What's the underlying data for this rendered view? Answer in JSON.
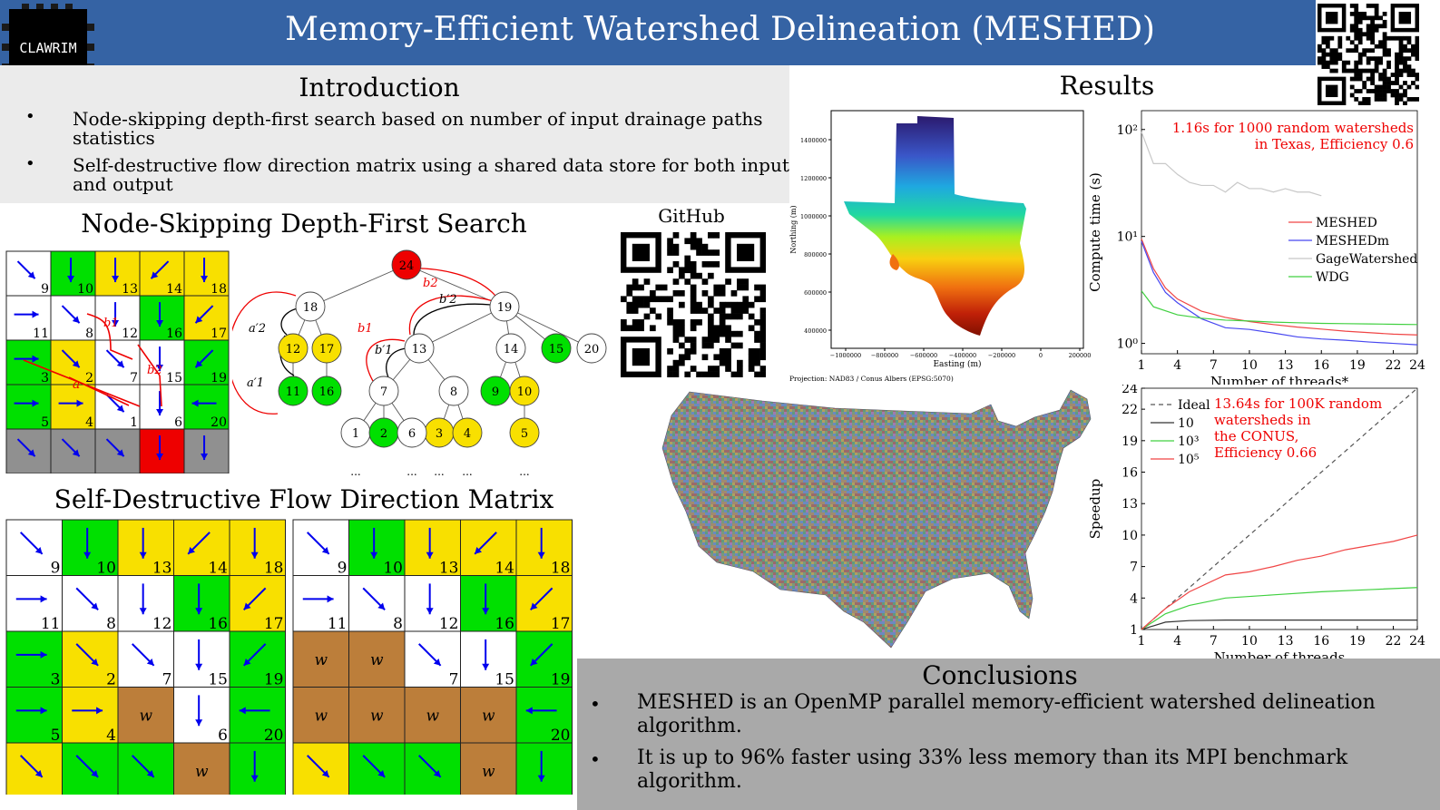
{
  "header": {
    "title": "Memory-Efficient Watershed Delineation (MESHED)",
    "logo_text": "CLAWRIM",
    "color": "#3563a4"
  },
  "intro": {
    "title": "Introduction",
    "bullets": [
      "Node-skipping depth-first search based on number of input drainage paths statistics",
      "Self-destructive flow direction matrix using a shared data store for both input and output"
    ]
  },
  "nsdfs": {
    "title": "Node-Skipping Depth-First Search",
    "grid_numbers": [
      "9",
      "10",
      "13",
      "14",
      "18",
      "11",
      "8",
      "12",
      "16",
      "17",
      "3",
      "2",
      "7",
      "15",
      "19",
      "5",
      "4",
      "1",
      "6",
      "20"
    ],
    "edge_labels": {
      "a": "a",
      "b1": "b1",
      "b2": "b2"
    },
    "tree_nodes": [
      "24",
      "18",
      "19",
      "12",
      "17",
      "13",
      "14",
      "15",
      "20",
      "11",
      "16",
      "7",
      "8",
      "9",
      "10",
      "1",
      "2",
      "6",
      "3",
      "4",
      "5"
    ],
    "tree_labels": {
      "a2p": "a′2",
      "a1p": "a′1",
      "b1": "b1",
      "b2": "b2",
      "b1p": "b′1",
      "b2p": "b′2",
      "dots": "..."
    }
  },
  "sdfdm": {
    "title": "Self-Destructive Flow Direction Matrix",
    "grid_numbers": [
      "9",
      "10",
      "13",
      "14",
      "18",
      "11",
      "8",
      "12",
      "16",
      "17",
      "3",
      "2",
      "7",
      "15",
      "19",
      "5",
      "4",
      "",
      "6",
      "20"
    ],
    "w_label": "w"
  },
  "github": {
    "label": "GitHub"
  },
  "results": {
    "title": "Results",
    "map": {
      "ylabel": "Northing (m)",
      "xlabel": "Easting (m)",
      "yticks": [
        "1400000",
        "1200000",
        "1000000",
        "800000",
        "600000",
        "400000"
      ],
      "xticks": [
        "−1000000",
        "−800000",
        "−600000",
        "−400000",
        "−200000",
        "0",
        "200000"
      ],
      "projection": "Projection: NAD83 / Conus Albers (EPSG:5070)"
    }
  },
  "chart_data": [
    {
      "type": "line",
      "log_y": true,
      "annotation": "1.16s for 1000 random watersheds in Texas, Efficiency 0.6",
      "annotation_lines": [
        "1.16s for 1000 random watersheds",
        "in Texas, Efficiency 0.6"
      ],
      "xlabel": "Number of threads*",
      "ylabel": "Compute time (s)",
      "x_ticks": [
        1,
        4,
        7,
        10,
        13,
        16,
        19,
        22,
        24
      ],
      "y_ticks": [
        "10²",
        "10¹",
        "10⁰"
      ],
      "xlim": [
        1,
        24
      ],
      "ylim": [
        0.8,
        150
      ],
      "legend_position": "right",
      "series": [
        {
          "name": "MESHED",
          "color": "#f04545",
          "x": [
            1,
            2,
            3,
            4,
            6,
            8,
            10,
            12,
            14,
            16,
            18,
            20,
            22,
            24
          ],
          "y": [
            9.5,
            5.0,
            3.3,
            2.6,
            2.0,
            1.75,
            1.6,
            1.5,
            1.42,
            1.36,
            1.3,
            1.26,
            1.22,
            1.2
          ]
        },
        {
          "name": "MESHEDm",
          "color": "#4848f0",
          "x": [
            1,
            2,
            3,
            4,
            6,
            8,
            10,
            12,
            14,
            16,
            18,
            20,
            22,
            24
          ],
          "y": [
            9.0,
            4.6,
            3.0,
            2.4,
            1.7,
            1.4,
            1.35,
            1.25,
            1.15,
            1.1,
            1.07,
            1.03,
            1.0,
            0.97
          ]
        },
        {
          "name": "GageWatershed",
          "color": "#c8c8c8",
          "x": [
            1,
            2,
            3,
            4,
            5,
            6,
            7,
            8,
            9,
            10,
            11,
            12,
            13,
            14,
            15,
            16
          ],
          "y": [
            95,
            48,
            48,
            38,
            32,
            30,
            30,
            26,
            32,
            28,
            28,
            26,
            28,
            26,
            26,
            24
          ]
        },
        {
          "name": "WDG",
          "color": "#40d040",
          "x": [
            1,
            2,
            4,
            6,
            8,
            10,
            12,
            14,
            16,
            18,
            20,
            22,
            24
          ],
          "y": [
            3.1,
            2.2,
            1.85,
            1.72,
            1.65,
            1.62,
            1.58,
            1.56,
            1.54,
            1.53,
            1.52,
            1.51,
            1.5
          ]
        }
      ]
    },
    {
      "type": "line",
      "annotation": "13.64s for 100K random watersheds in the CONUS, Efficiency 0.66",
      "annotation_lines": [
        "13.64s for 100K random",
        "watersheds in",
        "the CONUS,",
        "Efficiency 0.66"
      ],
      "xlabel": "Number of threads",
      "ylabel": "Speedup",
      "x_ticks": [
        1,
        4,
        7,
        10,
        13,
        16,
        19,
        22,
        24
      ],
      "y_ticks": [
        1,
        4,
        7,
        10,
        13,
        16,
        19,
        22,
        24
      ],
      "xlim": [
        1,
        24
      ],
      "ylim": [
        1,
        24
      ],
      "legend_position": "top-left",
      "series": [
        {
          "name": "Ideal",
          "color": "#555555",
          "dash": true,
          "x": [
            1,
            24
          ],
          "y": [
            1,
            24
          ]
        },
        {
          "name": "10",
          "color": "#333333",
          "x": [
            1,
            3,
            5,
            8,
            12,
            16,
            20,
            24
          ],
          "y": [
            1,
            1.7,
            1.85,
            1.9,
            1.9,
            1.9,
            1.9,
            1.9
          ]
        },
        {
          "name": "10³",
          "color": "#40d040",
          "x": [
            1,
            3,
            5,
            8,
            12,
            16,
            20,
            24
          ],
          "y": [
            1,
            2.5,
            3.3,
            4.0,
            4.3,
            4.6,
            4.8,
            5.0
          ]
        },
        {
          "name": "10⁵",
          "color": "#f04545",
          "x": [
            1,
            3,
            5,
            8,
            10,
            12,
            14,
            16,
            18,
            20,
            22,
            24
          ],
          "y": [
            1,
            3.0,
            4.6,
            6.2,
            6.5,
            7.0,
            7.6,
            8.0,
            8.6,
            9.0,
            9.4,
            10.0
          ]
        }
      ]
    }
  ],
  "conclusions": {
    "title": "Conclusions",
    "bullets": [
      "MESHED is an OpenMP parallel memory-efficient watershed delineation algorithm.",
      "It is up to 96% faster using 33% less memory than its MPI benchmark algorithm."
    ]
  }
}
